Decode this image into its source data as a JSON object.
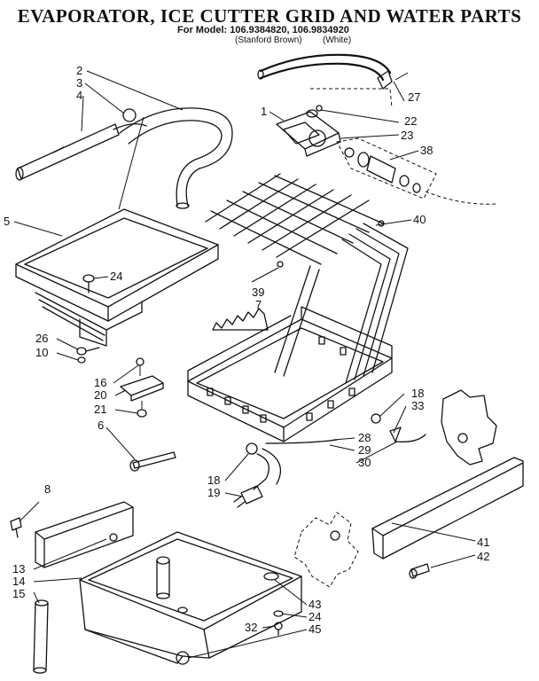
{
  "header": {
    "title": "EVAPORATOR, ICE CUTTER GRID AND WATER PARTS",
    "model_line": "For Model: 106.9384820, 106.9834920",
    "color_brown": "(Stanford Brown)",
    "color_white": "(White)"
  },
  "callouts": {
    "c1": "1",
    "c2": "2",
    "c3": "3",
    "c4": "4",
    "c5": "5",
    "c6": "6",
    "c7": "7",
    "c8": "8",
    "c10": "10",
    "c13": "13",
    "c14": "14",
    "c15": "15",
    "c16": "16",
    "c18a": "18",
    "c18b": "18",
    "c19": "19",
    "c20": "20",
    "c21": "21",
    "c22": "22",
    "c23": "23",
    "c24a": "24",
    "c24b": "24",
    "c26": "26",
    "c27": "27",
    "c28": "28",
    "c29": "29",
    "c30": "30",
    "c32": "32",
    "c33": "33",
    "c38": "38",
    "c39": "39",
    "c40": "40",
    "c41": "41",
    "c42": "42",
    "c43": "43",
    "c45": "45"
  }
}
